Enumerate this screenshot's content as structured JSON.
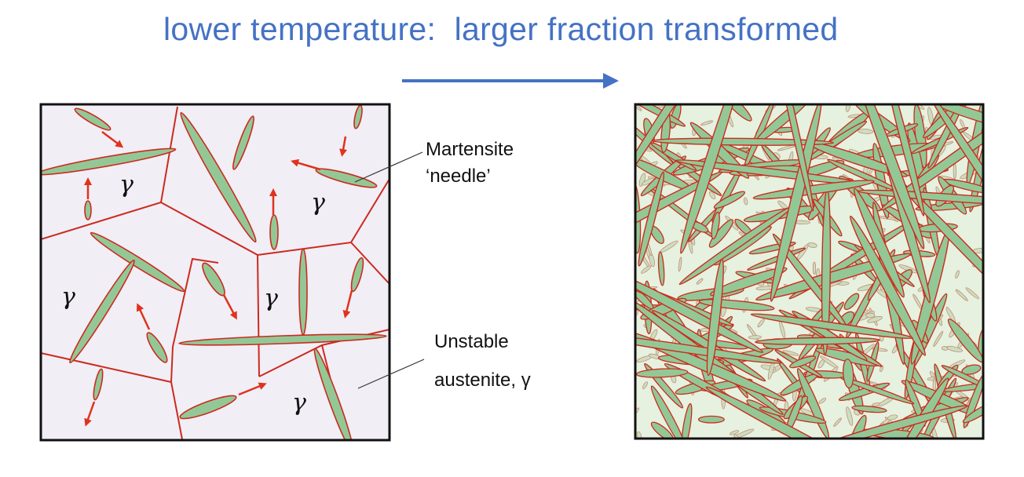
{
  "title": "lower temperature:  larger fraction transformed",
  "labels": {
    "martensite_line1": "Martensite",
    "martensite_line2": "‘needle’",
    "austenite_line1": "Unstable",
    "austenite_line2": "austenite, γ"
  },
  "phase_symbol": "γ",
  "colors": {
    "title": "#4472c4",
    "arrow": "#4472c4",
    "needle_fill": "#93c896",
    "boundary": "#cc2a1e",
    "growth_arrow": "#e0321c",
    "left_bg": "#f1eef6",
    "right_bg": "#e6f1df"
  }
}
